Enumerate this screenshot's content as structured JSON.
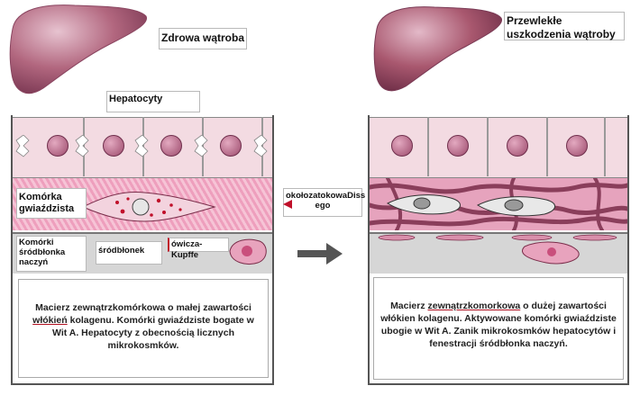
{
  "left_panel": {
    "title": "Zdrowa wątroba",
    "labels": {
      "hepatocytes": "Hepatocyty",
      "stellate": "Komórka gwiaździsta",
      "endothelial_cells": "Komórki śródbłonka naczyń",
      "endothelium": "śródbłonek",
      "kupffer": "ówicza-Kupffe"
    },
    "description": {
      "part1": "Macierz zewnątrzkomórkowa o małej zawartości",
      "highlight": "włókień",
      "part2": "kolagenu. Komórki gwiaździste bogate w Wit A. Hepatocyty z obecnością licznych mikrokosmków."
    }
  },
  "middle": {
    "disse_label": "okołozatokowaDiss ego",
    "arrow_icon": "right-arrow-icon"
  },
  "right_panel": {
    "title": "Przewlekłe uszkodzenia  wątroby",
    "description": {
      "part1": "Macierz",
      "highlight": "zewnątrzkomorkowa",
      "part2": "o dużej zawartości włókien kolagenu. Aktywowane komórki gwiaździste ubogie w Wit A. Zanik mikrokosmków hepatocytów i fenestracji śródbłonka naczyń."
    }
  },
  "colors": {
    "liver": "#b2677f",
    "hepatocyte": "#f3dbe2",
    "matrix": "#e79ab7",
    "fibers": "#7a2d4a",
    "sinusoid": "#cdcdcd",
    "arrow": "#555555",
    "red_marker": "#c0102a"
  }
}
